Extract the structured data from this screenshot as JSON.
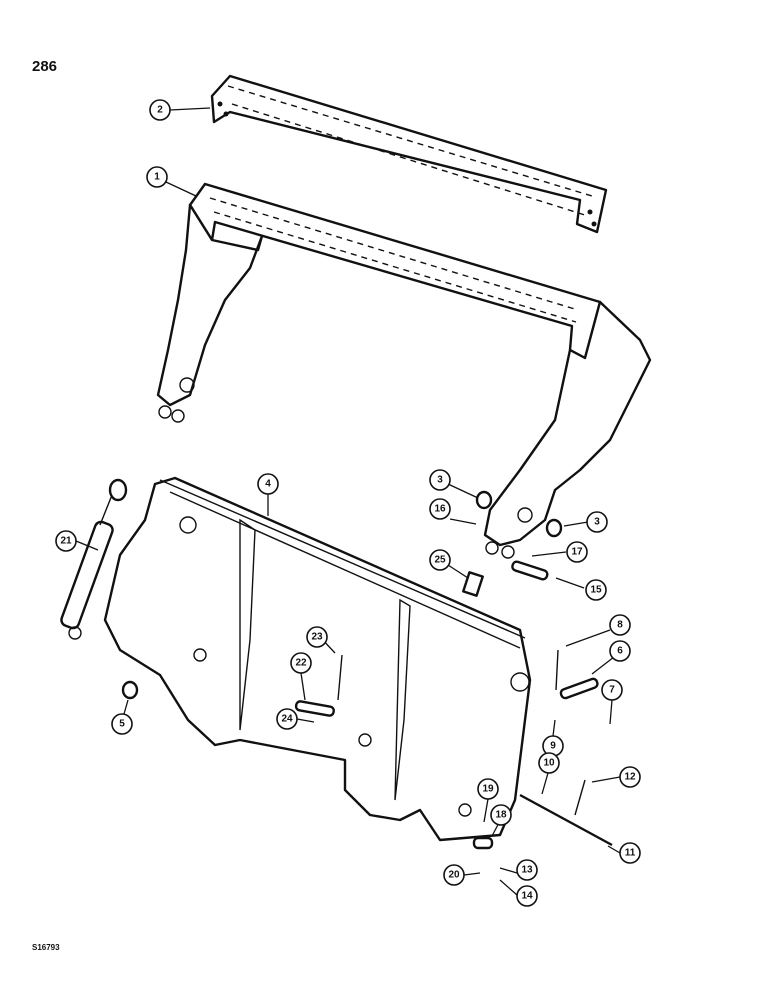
{
  "page_number": "286",
  "figure_code": "S16793",
  "callouts": [
    {
      "id": "callout-2",
      "label": "2"
    },
    {
      "id": "callout-1",
      "label": "1"
    },
    {
      "id": "callout-4",
      "label": "4"
    },
    {
      "id": "callout-3a",
      "label": "3"
    },
    {
      "id": "callout-3b",
      "label": "3"
    },
    {
      "id": "callout-16",
      "label": "16"
    },
    {
      "id": "callout-17",
      "label": "17"
    },
    {
      "id": "callout-25",
      "label": "25"
    },
    {
      "id": "callout-15",
      "label": "15"
    },
    {
      "id": "callout-21",
      "label": "21"
    },
    {
      "id": "callout-8",
      "label": "8"
    },
    {
      "id": "callout-6",
      "label": "6"
    },
    {
      "id": "callout-7",
      "label": "7"
    },
    {
      "id": "callout-23",
      "label": "23"
    },
    {
      "id": "callout-22",
      "label": "22"
    },
    {
      "id": "callout-5",
      "label": "5"
    },
    {
      "id": "callout-24",
      "label": "24"
    },
    {
      "id": "callout-9",
      "label": "9"
    },
    {
      "id": "callout-10",
      "label": "10"
    },
    {
      "id": "callout-12",
      "label": "12"
    },
    {
      "id": "callout-19",
      "label": "19"
    },
    {
      "id": "callout-18",
      "label": "18"
    },
    {
      "id": "callout-11",
      "label": "11"
    },
    {
      "id": "callout-13",
      "label": "13"
    },
    {
      "id": "callout-20",
      "label": "20"
    },
    {
      "id": "callout-14",
      "label": "14"
    }
  ]
}
